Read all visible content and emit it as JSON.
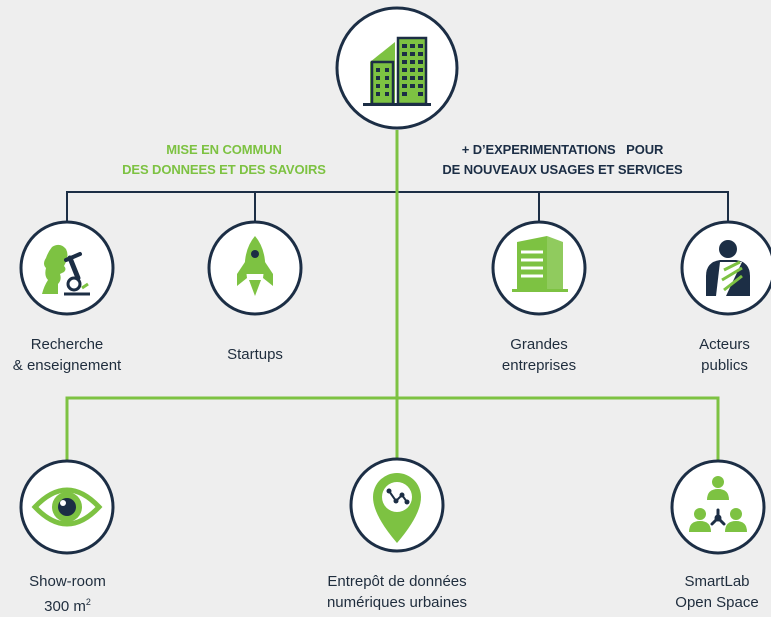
{
  "colors": {
    "navy": "#1c2e45",
    "green": "#7dc242",
    "background": "#eeeeee",
    "circle_fill": "#ffffff"
  },
  "headers": {
    "left": {
      "line1": "MISE EN COMMUN",
      "line2": "DES DONNEES ET DES SAVOIRS"
    },
    "right": {
      "line1": "+ D’EXPERIMENTATIONS   POUR",
      "line2": "DE NOUVEAUX USAGES ET SERVICES"
    }
  },
  "top_node": {
    "icon": "buildings-icon"
  },
  "stakeholders": [
    {
      "icon": "researcher-microscope-icon",
      "line1": "Recherche",
      "line2": "& enseignement"
    },
    {
      "icon": "rocket-icon",
      "line1": "Startups",
      "line2": ""
    },
    {
      "icon": "office-building-icon",
      "line1": "Grandes",
      "line2": "entreprises"
    },
    {
      "icon": "public-official-icon",
      "line1": "Acteurs",
      "line2": "publics"
    }
  ],
  "resources": [
    {
      "icon": "eye-icon",
      "line1": "Show-room",
      "line2": "300 m",
      "sup": "2"
    },
    {
      "icon": "data-pin-icon",
      "line1": "Entrepôt de données",
      "line2": "numériques urbaines"
    },
    {
      "icon": "team-network-icon",
      "line1": "SmartLab",
      "line2": "Open Space"
    }
  ]
}
